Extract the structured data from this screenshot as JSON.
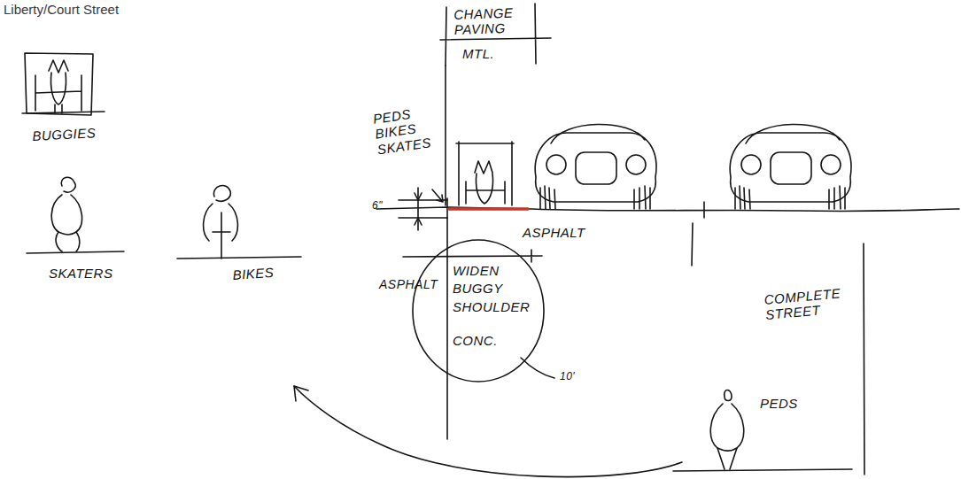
{
  "diagram": {
    "title": "Liberty/Court Street",
    "nodes": [
      {
        "text": [
          "WIDEN BUGGY SHOULDER",
          "CONC."
        ]
      }
    ],
    "labels": [
      "CHANGE PAVING",
      "MTL.",
      "PEDS BIKES SKATES",
      "6\"",
      "BUGGIES",
      "ASPHALT",
      "ASPHALT",
      "10'",
      "COMPLETE STREET",
      "SKATERS",
      "BIKES",
      "PEDS"
    ]
  }
}
